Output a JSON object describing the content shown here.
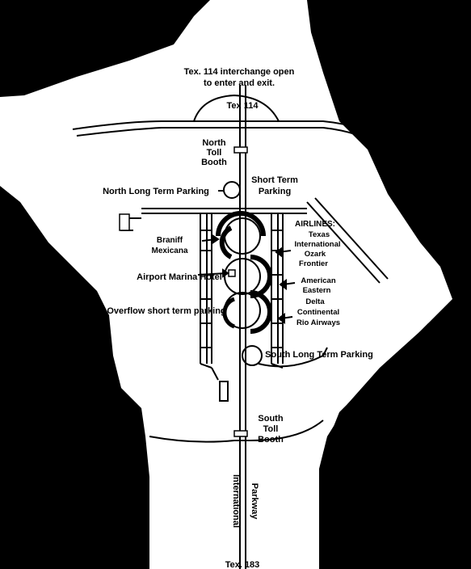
{
  "labels": {
    "interchange_line1": "Tex. 114 interchange open",
    "interchange_line2": "to enter and exit.",
    "tex114": "Tex 114",
    "north_toll_line1": "North",
    "north_toll_line2": "Toll",
    "north_toll_line3": "Booth",
    "north_long_term": "North Long Term Parking",
    "short_term_line1": "Short Term",
    "short_term_line2": "Parking",
    "braniff": "Braniff",
    "mexicana": "Mexicana",
    "airlines_header": "AIRLINES:",
    "texas_intl_line1": "Texas",
    "texas_intl_line2": "International",
    "ozark": "Ozark",
    "frontier": "Frontier",
    "american": "American",
    "eastern": "Eastern",
    "delta": "Delta",
    "continental": "Continental",
    "rio_airways": "Rio Airways",
    "airport_marina_hotel": "Airport Marina Hotel",
    "overflow_parking": "Overflow short term parking",
    "south_long_term": "South Long Term Parking",
    "south_toll_line1": "South",
    "south_toll_line2": "Toll",
    "south_toll_line3": "Booth",
    "international": "International",
    "parkway": "Parkway",
    "tex183": "Tex. 183"
  },
  "colors": {
    "background": "#000000",
    "land": "#ffffff",
    "ink": "#000000"
  }
}
